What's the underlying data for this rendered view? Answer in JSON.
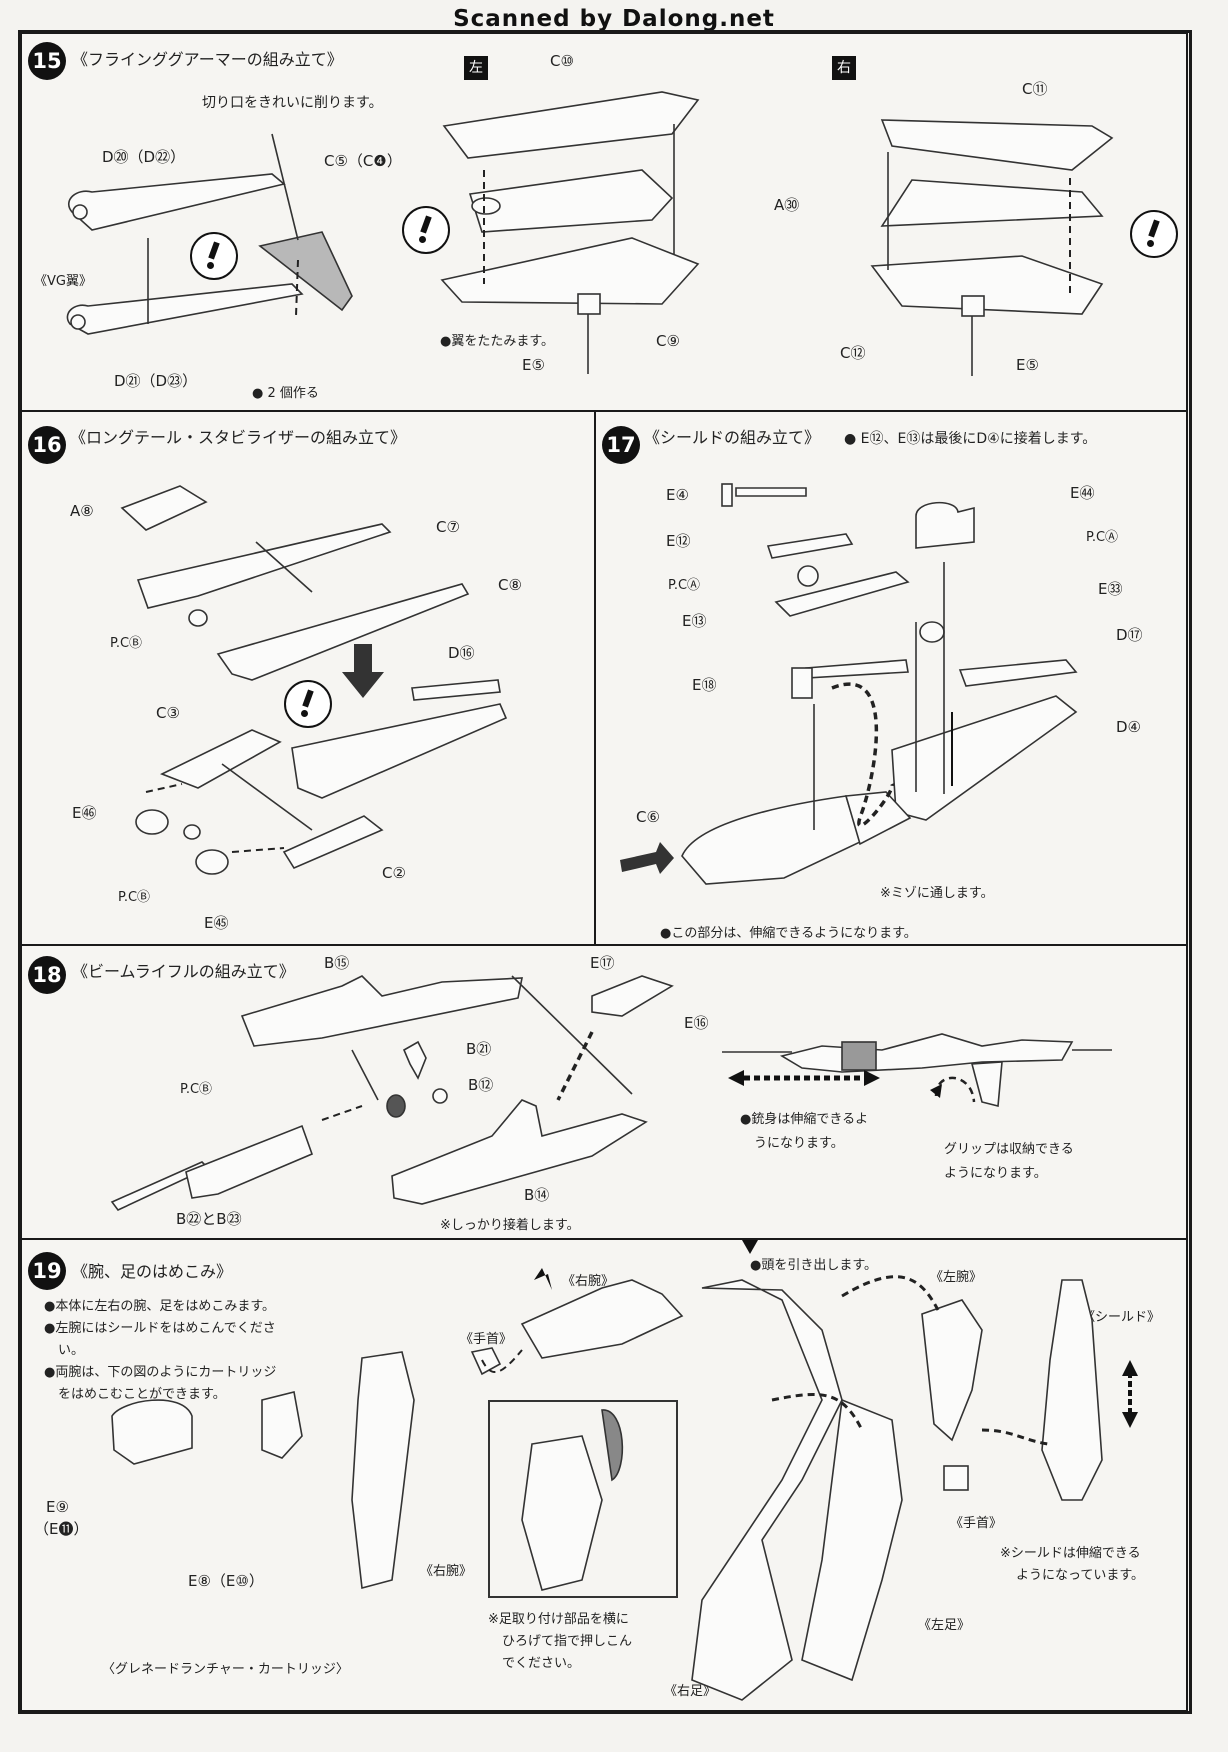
{
  "watermark": "Scanned by Dalong.net",
  "step15": {
    "num": "15",
    "title": "《フラインググアーマーの組み立て》",
    "left_tag": "左",
    "right_tag": "右",
    "labels": {
      "cut_note": "切り口をきれいに削ります。",
      "d20": "D⑳（D㉒）",
      "c5": "C⑤（C❹）",
      "vg": "《VG翼》",
      "d21": "D㉑（D㉓）",
      "make2": "● 2 個作る",
      "c10": "C⑩",
      "c11": "C⑪",
      "a30": "A㉚",
      "fold": "●翼をたたみます。",
      "c9": "C⑨",
      "c12": "C⑫",
      "e5_left": "E⑤",
      "e5_right": "E⑤"
    }
  },
  "step16": {
    "num": "16",
    "title": "《ロングテール・スタビライザーの組み立て》",
    "labels": {
      "a8": "A⑧",
      "c7": "C⑦",
      "c8": "C⑧",
      "pcb1": "P.CⒷ",
      "d16": "D⑯",
      "c3": "C③",
      "e46": "E㊻",
      "c2": "C②",
      "pcb2": "P.CⒷ",
      "e45": "E㊺"
    }
  },
  "step17": {
    "num": "17",
    "title": "《シールドの組み立て》",
    "subtitle": "● E⑫、E⑬は最後にD④に接着します。",
    "labels": {
      "e4": "E④",
      "e44": "E㊹",
      "e12": "E⑫",
      "pca1": "P.CⒶ",
      "pca2": "P.CⒶ",
      "e33": "E㉝",
      "e13": "E⑬",
      "d17": "D⑰",
      "e18": "E⑱",
      "d4": "D④",
      "c6": "C⑥",
      "groove": "※ミゾに通します。",
      "extend": "●この部分は、伸縮できるようになります。"
    }
  },
  "step18": {
    "num": "18",
    "title": "《ビームライフルの組み立て》",
    "labels": {
      "b15": "B⑮",
      "e17": "E⑰",
      "e16": "E⑯",
      "b21": "B㉑",
      "pcb": "P.CⒷ",
      "b12": "B⑫",
      "b22": "B㉒とB㉓",
      "b14": "B⑭",
      "glue": "※しっかり接着します。",
      "barrel_1": "●銃身は伸縮できるよ",
      "barrel_2": "うになります。",
      "grip_1": "グリップは収納できる",
      "grip_2": "ようになります。"
    }
  },
  "step19": {
    "num": "19",
    "title": "《腕、足のはめこみ》",
    "notes": [
      "●本体に左右の腕、足をはめこみます。",
      "●左腕にはシールドをはめこんでくださ",
      "い。",
      "●両腕は、下の図のようにカートリッジ",
      "をはめこむことができます。"
    ],
    "labels": {
      "right_arm": "《右腕》",
      "head": "●頭を引き出します。",
      "left_arm": "《左腕》",
      "hand_left_side": "《手首》",
      "shield": "《シールド》",
      "e9": "E⑨",
      "e11": "（E⓫）",
      "e8": "E⑧（E⑩）",
      "forearm": "《右腕》",
      "cartridge": "〈グレネードランチャー・カートリッジ〉",
      "leg_note_1": "※足取り付け部品を横に",
      "leg_note_2": "ひろげて指で押しこん",
      "leg_note_3": "でください。",
      "right_leg": "《右足》",
      "left_leg": "《左足》",
      "hand_right_side": "《手首》",
      "shield_note_1": "※シールドは伸縮できる",
      "shield_note_2": "ようになっています。"
    }
  }
}
